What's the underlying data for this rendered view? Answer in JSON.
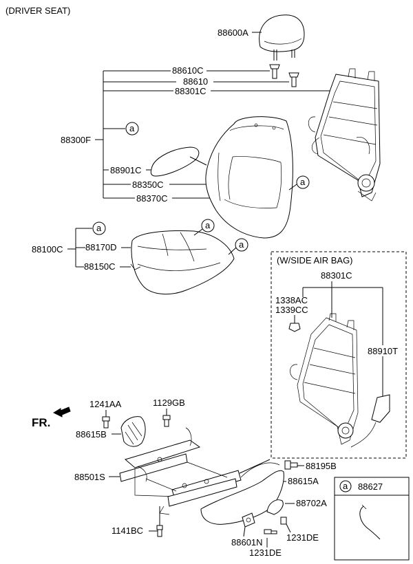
{
  "title": "(DRIVER SEAT)",
  "side_airbag_title": "(W/SIDE AIR BAG)",
  "front_label": "FR.",
  "circle_marker": "a",
  "legend_part": "88627",
  "parts": {
    "headrest": "88600A",
    "guide_c": "88610C",
    "guide": "88610",
    "frame_back_c": "88301C",
    "back_assy": "88300F",
    "armrest_c": "88901C",
    "back_cover": "88350C",
    "back_pad": "88370C",
    "cushion_assy": "88100C",
    "cushion_cover": "88170D",
    "cushion_pad": "88150C",
    "airbag_frame": "88301C",
    "bolt_a": "1338AC",
    "bolt_b": "1339CC",
    "airbag_module": "88910T",
    "bolt_1241": "1241AA",
    "bolt_1129": "1129GB",
    "shield_inner": "88615B",
    "track_assy": "88501S",
    "screw_88195": "88195B",
    "shield_outer": "88615A",
    "knob": "88702A",
    "bolt_1141": "1141BC",
    "lever": "88601N",
    "screw_1231_a": "1231DE",
    "screw_1231_b": "1231DE"
  }
}
